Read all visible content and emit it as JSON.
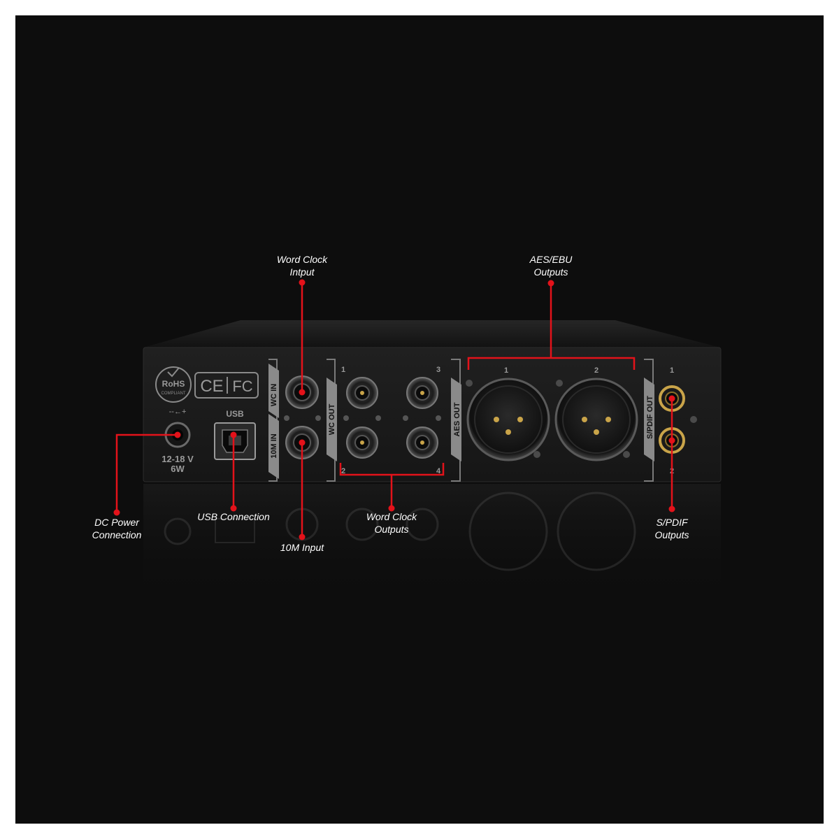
{
  "device": {
    "rohs_text": "RoHS",
    "rohs_sub": "COMPLIANT",
    "ce_mark": "CE",
    "fc_mark": "FC",
    "dc_symbol": "--←+",
    "usb_label": "USB",
    "voltage_label": "12-18 V",
    "watt_label": "6W",
    "wc_in_label": "WC IN",
    "tenm_in_label": "10M IN",
    "wc_out_label": "WC OUT",
    "aes_out_label": "AES OUT",
    "spdif_out_label": "S/PDIF OUT",
    "wc_out_numbers": [
      "1",
      "3",
      "2",
      "4"
    ],
    "aes_numbers": [
      "1",
      "2"
    ],
    "spdif_numbers": [
      "1",
      "2"
    ]
  },
  "callouts": {
    "word_clock_input": [
      "Word Clock",
      "Intput"
    ],
    "aes_ebu_outputs": [
      "AES/EBU",
      "Outputs"
    ],
    "dc_power": [
      "DC Power",
      "Connection"
    ],
    "usb_connection": [
      "USB Connection"
    ],
    "ten_m_input": [
      "10M Input"
    ],
    "word_clock_outputs": [
      "Word Clock",
      "Outputs"
    ],
    "spdif_outputs": [
      "S/PDIF",
      "Outputs"
    ]
  },
  "colors": {
    "background": "#0d0d0d",
    "accent": "#e3121a",
    "panel": "#1b1b1b",
    "label_gray": "#a7a7a7",
    "gold": "#c9a449"
  }
}
